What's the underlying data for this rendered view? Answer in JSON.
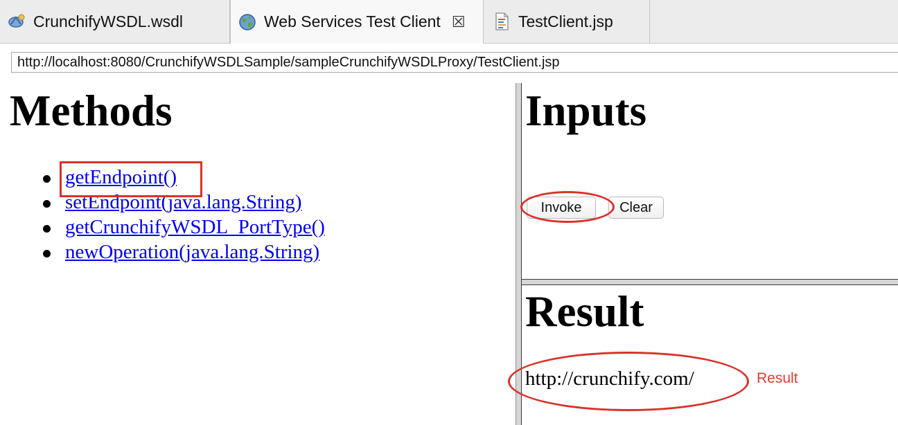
{
  "tabs": [
    {
      "label": "CrunchifyWSDL.wsdl",
      "icon": "wsdl-file-icon",
      "active": false
    },
    {
      "label": "Web Services Test Client",
      "icon": "globe-icon",
      "active": true,
      "close_icon": "close-icon"
    },
    {
      "label": "TestClient.jsp",
      "icon": "jsp-file-icon",
      "active": false
    }
  ],
  "address_bar": {
    "url": "http://localhost:8080/CrunchifyWSDLSample/sampleCrunchifyWSDLProxy/TestClient.jsp"
  },
  "methods": {
    "title": "Methods",
    "items": [
      "getEndpoint()",
      "setEndpoint(java.lang.String)",
      "getCrunchifyWSDL_PortType()",
      "newOperation(java.lang.String)"
    ]
  },
  "inputs": {
    "title": "Inputs",
    "invoke_label": "Invoke",
    "clear_label": "Clear"
  },
  "result": {
    "title": "Result",
    "value": "http://crunchify.com/",
    "annotation": "Result"
  },
  "colors": {
    "annotation": "#d9322a",
    "link": "#0000ee"
  }
}
